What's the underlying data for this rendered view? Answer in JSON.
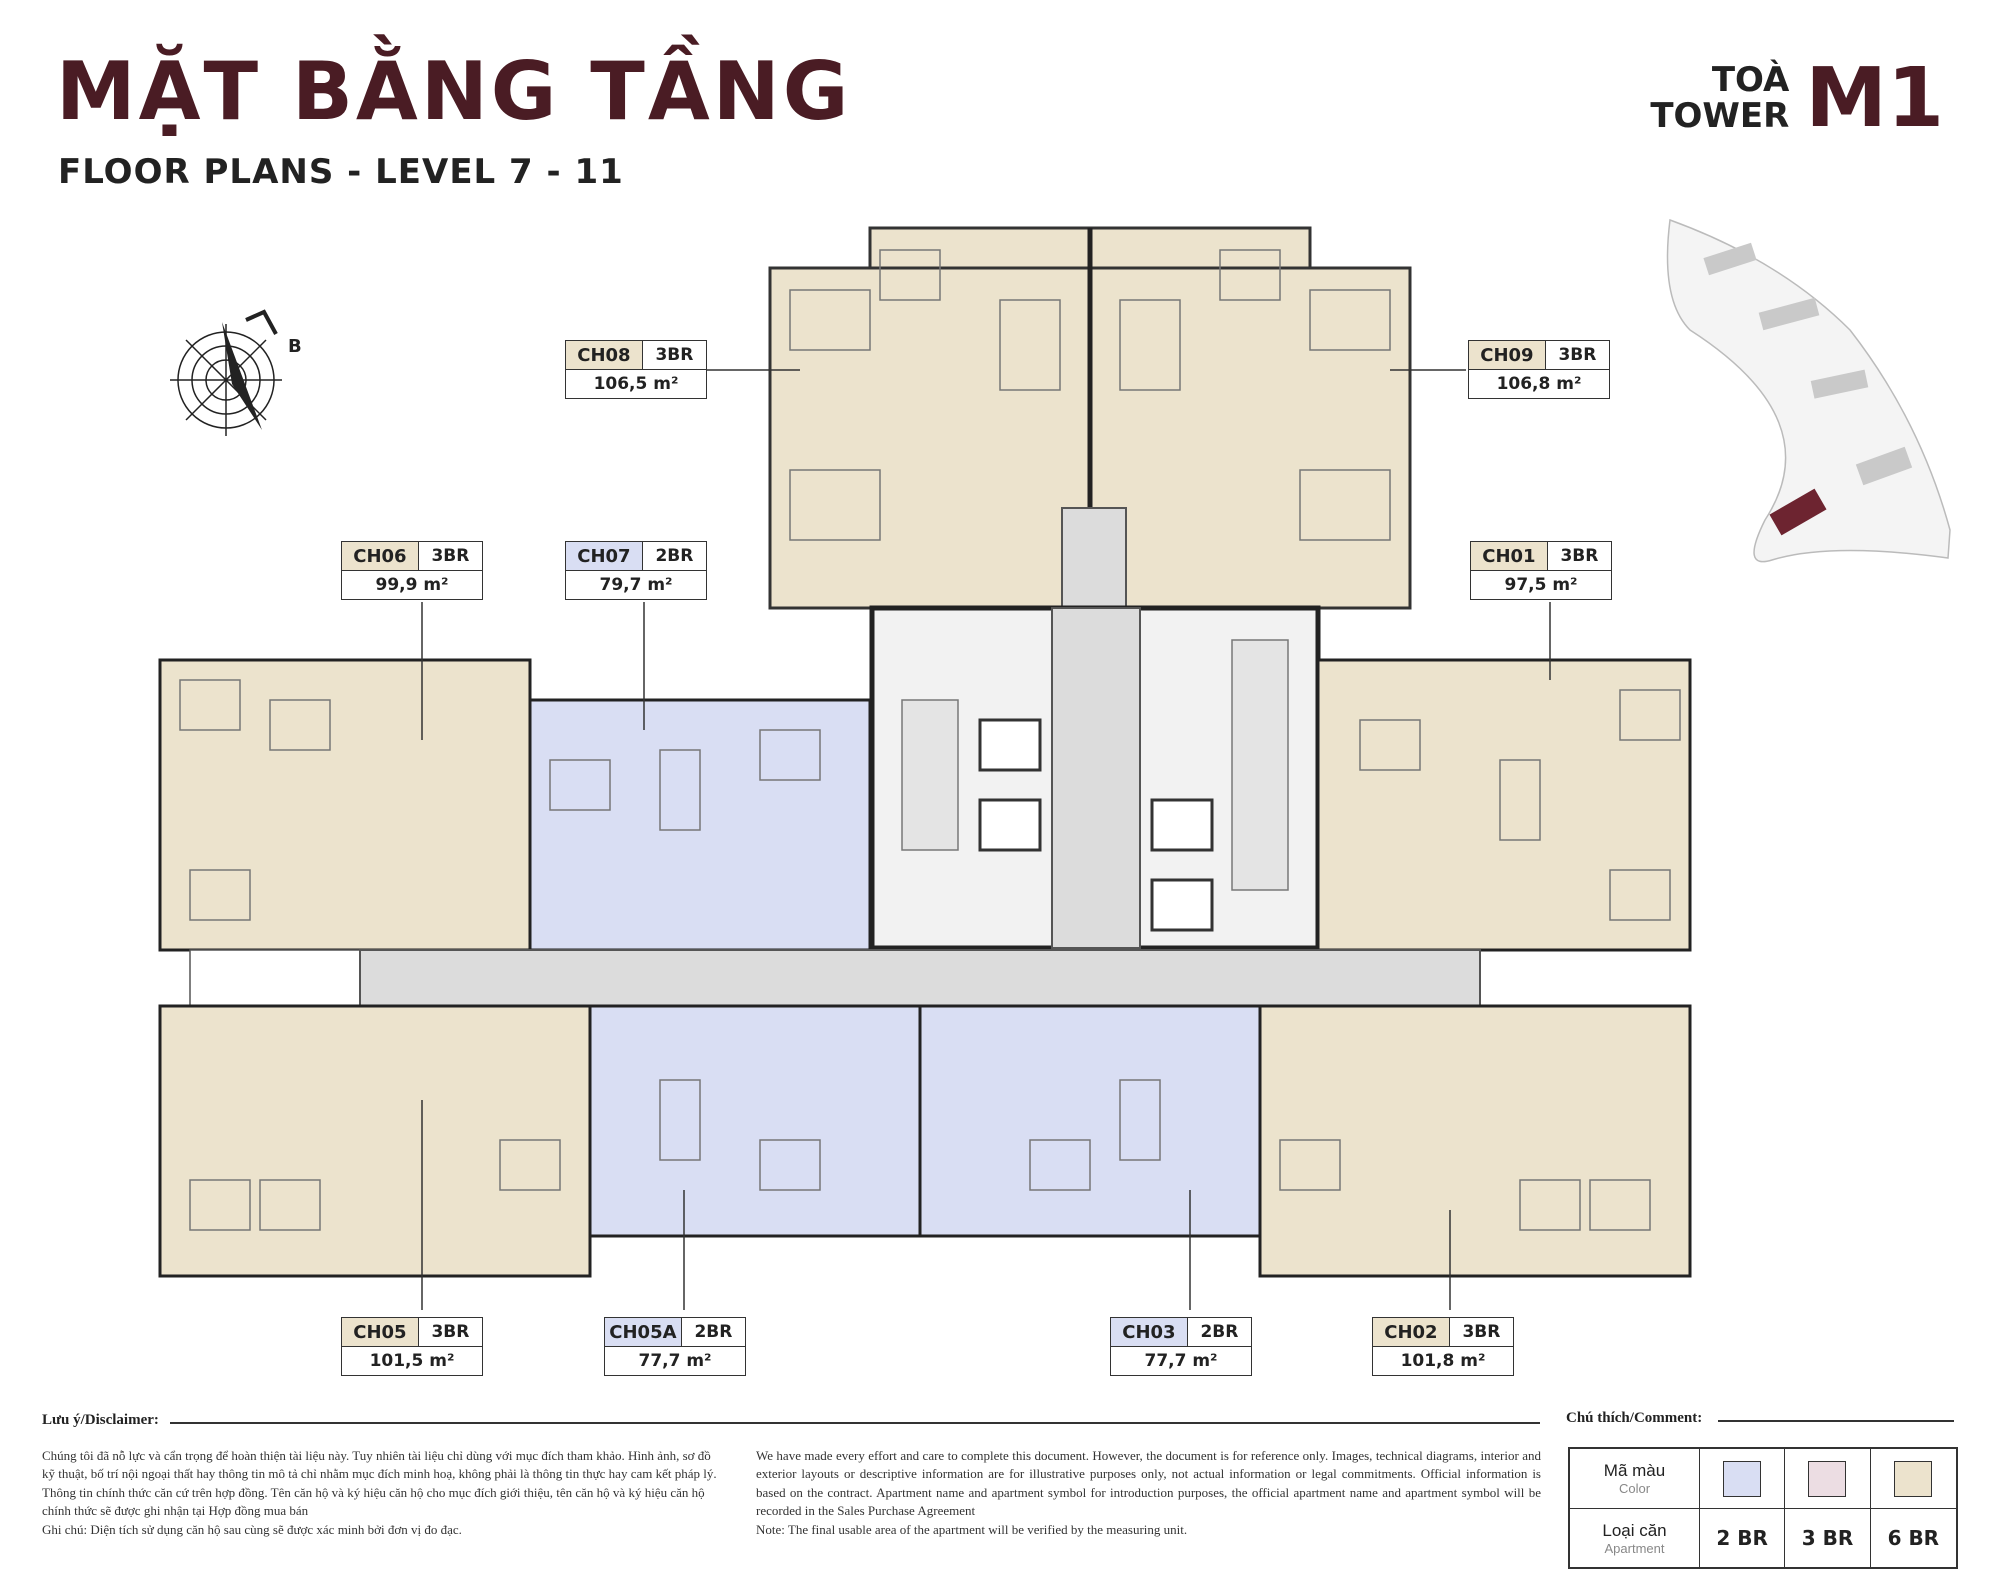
{
  "header": {
    "title": "MẶT BẰNG TẦNG",
    "subtitle": "FLOOR PLANS - LEVEL 7 - 11",
    "tower_vi": "TOÀ",
    "tower_en": "TOWER",
    "tower_code": "M1"
  },
  "compass": {
    "north_letter": "B"
  },
  "colors": {
    "br2": "#d9def3",
    "br3": "#ece3cd",
    "br6": "#ecdde3",
    "corridor": "#dcdcdc",
    "accent": "#4a1c24"
  },
  "units": [
    {
      "code": "CH08",
      "type": "3BR",
      "area": "106,5 m²"
    },
    {
      "code": "CH09",
      "type": "3BR",
      "area": "106,8 m²"
    },
    {
      "code": "CH06",
      "type": "3BR",
      "area": "99,9 m²"
    },
    {
      "code": "CH07",
      "type": "2BR",
      "area": "79,7 m²"
    },
    {
      "code": "CH01",
      "type": "3BR",
      "area": "97,5 m²"
    },
    {
      "code": "CH05",
      "type": "3BR",
      "area": "101,5 m²"
    },
    {
      "code": "CH05A",
      "type": "2BR",
      "area": "77,7 m²"
    },
    {
      "code": "CH03",
      "type": "2BR",
      "area": "77,7 m²"
    },
    {
      "code": "CH02",
      "type": "3BR",
      "area": "101,8 m²"
    }
  ],
  "disclaimer": {
    "heading": "Lưu ý/Disclaimer:",
    "vi": "Chúng tôi đã nỗ lực và cẩn trọng để hoàn thiện tài liệu này. Tuy nhiên tài liệu chỉ dùng với mục đích tham khảo. Hình ảnh, sơ đồ kỹ thuật, bố trí nội ngoại thất hay thông tin mô tả chỉ nhằm mục đích minh hoạ, không phải là thông tin thực hay cam kết pháp lý. Thông tin chính thức căn cứ trên hợp đồng. Tên căn hộ và ký hiệu căn hộ cho mục đích giới thiệu, tên căn hộ và ký hiệu căn hộ chính thức sẽ được ghi nhận tại Hợp đồng mua bán",
    "vi_note": "Ghi chú: Diện tích sử dụng căn hộ sau cùng sẽ được xác minh bởi đơn vị đo đạc.",
    "en": "We have made every effort and care to complete this document. However, the document is for reference only. Images, technical diagrams, interior and exterior layouts or descriptive information are for illustrative purposes only, not actual information or legal commitments. Official information is based on the contract. Apartment name and apartment symbol for introduction purposes, the official apartment name and apartment symbol will be recorded in the Sales Purchase Agreement",
    "en_note": "Note: The final usable area of the apartment will be verified by the measuring unit."
  },
  "legend": {
    "heading": "Chú thích/Comment:",
    "color_label": "Mã màu",
    "color_sub": "Color",
    "type_label": "Loại căn",
    "type_sub": "Apartment",
    "types": [
      "2 BR",
      "3 BR",
      "6 BR"
    ]
  }
}
